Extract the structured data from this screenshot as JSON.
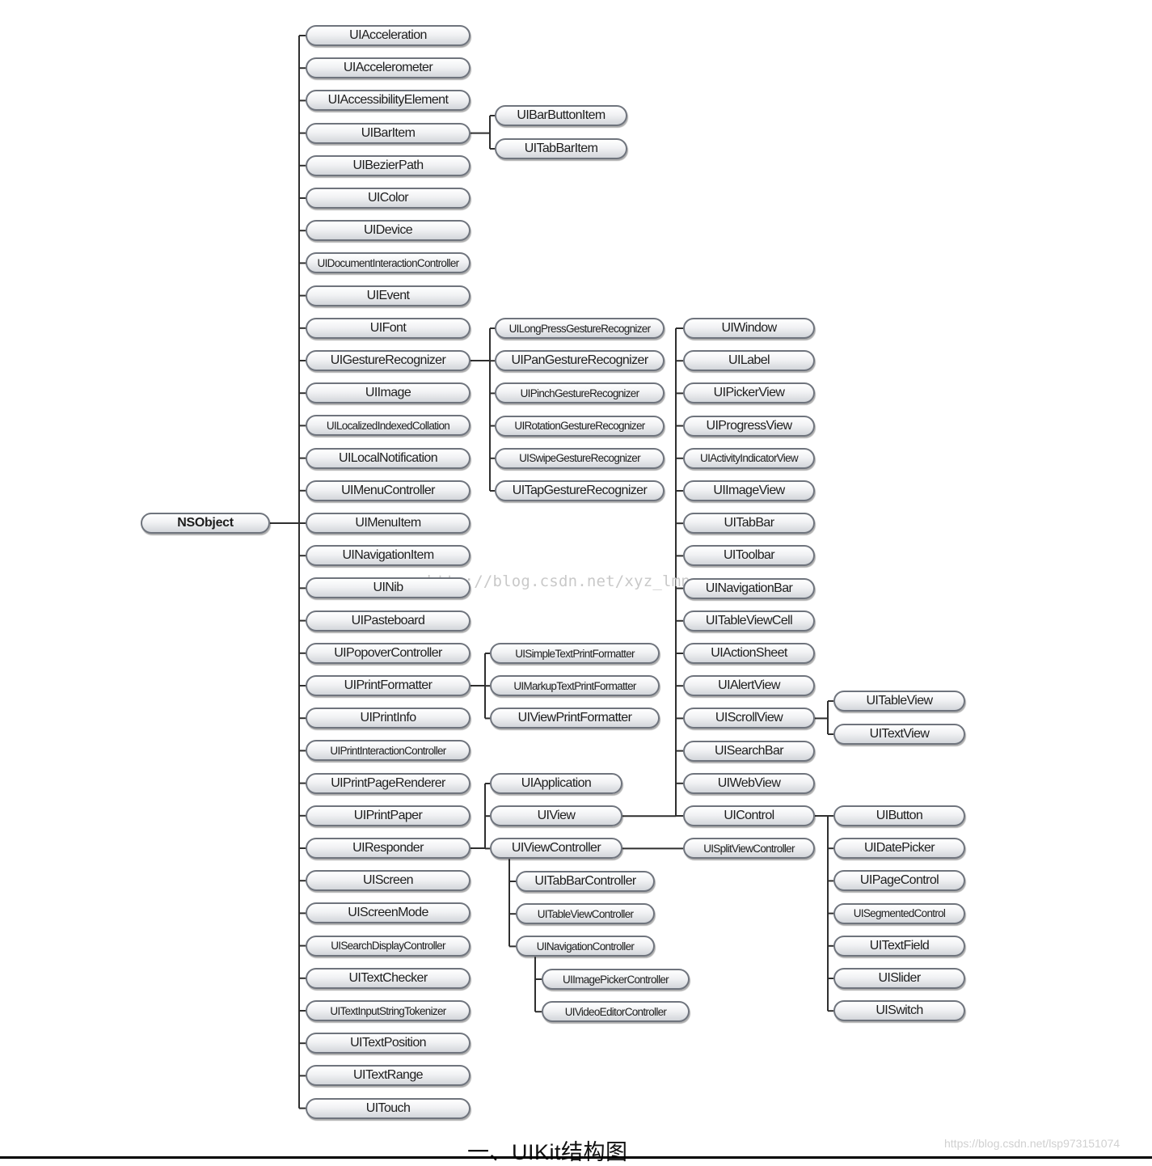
{
  "diagram": {
    "root": "NSObject",
    "level1": [
      "UIAcceleration",
      "UIAccelerometer",
      "UIAccessibilityElement",
      "UIBarItem",
      "UIBezierPath",
      "UIColor",
      "UIDevice",
      "UIDocumentInteractionController",
      "UIEvent",
      "UIFont",
      "UIGestureRecognizer",
      "UIImage",
      "UILocalizedIndexedCollation",
      "UILocalNotification",
      "UIMenuController",
      "UIMenuItem",
      "UINavigationItem",
      "UINib",
      "UIPasteboard",
      "UIPopoverController",
      "UIPrintFormatter",
      "UIPrintInfo",
      "UIPrintInteractionController",
      "UIPrintPageRenderer",
      "UIPrintPaper",
      "UIResponder",
      "UIScreen",
      "UIScreenMode",
      "UISearchDisplayController",
      "UITextChecker",
      "UITextInputStringTokenizer",
      "UITextPosition",
      "UITextRange",
      "UITouch"
    ],
    "bar_item_children": [
      "UIBarButtonItem",
      "UITabBarItem"
    ],
    "gesture_children": [
      "UILongPressGestureRecognizer",
      "UIPanGestureRecognizer",
      "UIPinchGestureRecognizer",
      "UIRotationGestureRecognizer",
      "UISwipeGestureRecognizer",
      "UITapGestureRecognizer"
    ],
    "print_formatter_children": [
      "UISimpleTextPrintFormatter",
      "UIMarkupTextPrintFormatter",
      "UIViewPrintFormatter"
    ],
    "responder_children": [
      "UIApplication",
      "UIView",
      "UIViewController"
    ],
    "view_children": [
      "UIWindow",
      "UILabel",
      "UIPickerView",
      "UIProgressView",
      "UIActivityIndicatorView",
      "UIImageView",
      "UITabBar",
      "UIToolbar",
      "UINavigationBar",
      "UITableViewCell",
      "UIActionSheet",
      "UIAlertView",
      "UIScrollView",
      "UISearchBar",
      "UIWebView",
      "UIControl"
    ],
    "view_controller_children": [
      "UITabBarController",
      "UITableViewController",
      "UINavigationController"
    ],
    "view_controller_direct": [
      "UISplitViewController"
    ],
    "navigation_controller_children": [
      "UIImagePickerController",
      "UIVideoEditorController"
    ],
    "scroll_view_children": [
      "UITableView",
      "UITextView"
    ],
    "control_children": [
      "UIButton",
      "UIDatePicker",
      "UIPageControl",
      "UISegmentedControl",
      "UITextField",
      "UISlider",
      "UISwitch"
    ]
  },
  "watermark": "http://blog.csdn.net/xyz_lmn",
  "caption": "一、UIKit结构图",
  "credit": "https://blog.csdn.net/lsp973151074",
  "colors": {
    "node_border": "#6f747d",
    "connector": "#2f2f2f",
    "caption": "#111111"
  }
}
